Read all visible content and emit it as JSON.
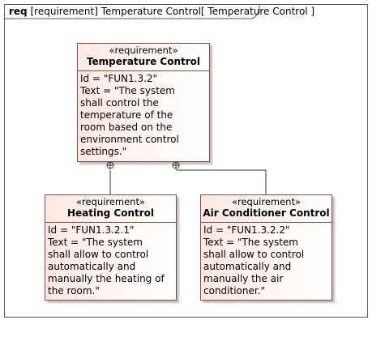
{
  "frame": {
    "keyword": "req",
    "title": "[requirement] Temperature Control[ Temperature Control ]"
  },
  "blocks": [
    {
      "stereotype": "«requirement»",
      "name": "Temperature Control",
      "lines": [
        "Id = \"FUN1.3.2\"",
        "Text = \"The system",
        "shall control the",
        "temperature of the",
        "room based on the",
        "environment control",
        "settings.\""
      ]
    },
    {
      "stereotype": "«requirement»",
      "name": "Heating Control",
      "lines": [
        "Id = \"FUN1.3.2.1\"",
        "Text = \"The system",
        "shall allow to control",
        "automatically and",
        "manually the heating of",
        "the room.\""
      ]
    },
    {
      "stereotype": "«requirement»",
      "name": "Air Conditioner Control",
      "lines": [
        "Id = \"FUN1.3.2.2\"",
        "Text = \"The system",
        "shall allow to control",
        "automatically and",
        "manually the air",
        "conditioner.\""
      ]
    }
  ],
  "relations": [
    {
      "type": "containment",
      "parent": "Temperature Control",
      "child": "Heating Control"
    },
    {
      "type": "containment",
      "parent": "Temperature Control",
      "child": "Air Conditioner Control"
    }
  ]
}
